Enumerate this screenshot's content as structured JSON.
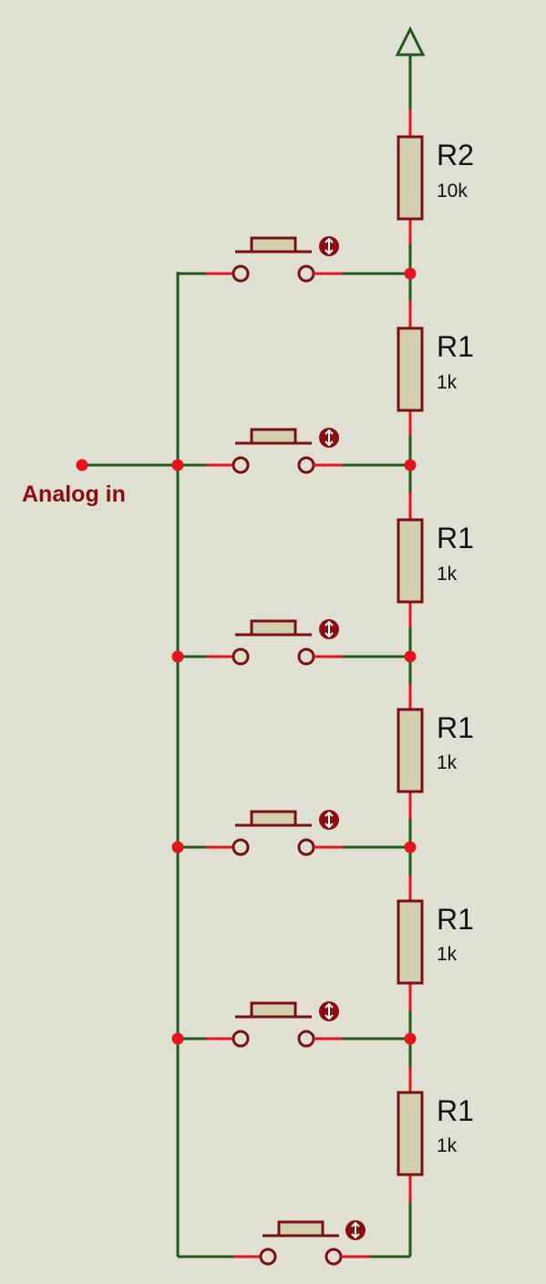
{
  "schematic": {
    "colors": {
      "background": "#e0e0d2",
      "wire": "#1e5a1e",
      "pin_stub": "#e8141c",
      "component_outline": "#7a1010",
      "component_fill": "#d3d0b2",
      "label": "#8b0d0d"
    },
    "power_symbol": "power-arrow-icon",
    "input_label": "Analog in",
    "resistors": [
      {
        "ref": "R2",
        "value": "10k"
      },
      {
        "ref": "R1",
        "value": "1k"
      },
      {
        "ref": "R1",
        "value": "1k"
      },
      {
        "ref": "R1",
        "value": "1k"
      },
      {
        "ref": "R1",
        "value": "1k"
      },
      {
        "ref": "R1",
        "value": "1k"
      }
    ],
    "push_button_count": 6,
    "button_icon": "actuator-icon"
  }
}
